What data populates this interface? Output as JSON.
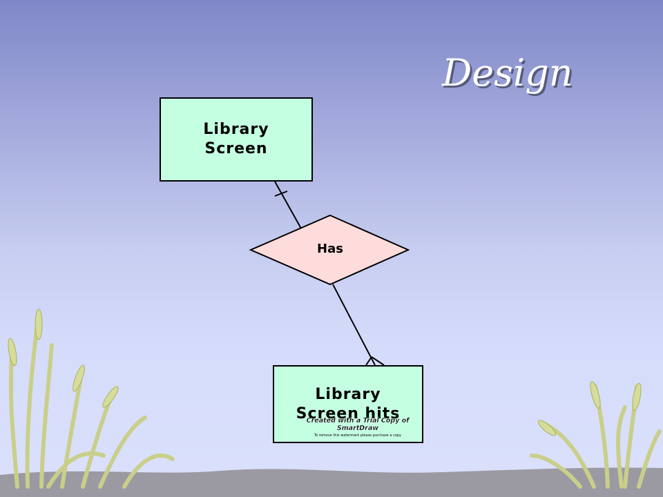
{
  "slide": {
    "title": "Design"
  },
  "diagram": {
    "entities": [
      {
        "id": "e1",
        "label": "Library\nScreen"
      },
      {
        "id": "e2",
        "label": "Library\nScreen hits"
      }
    ],
    "relationship": {
      "label": "Has"
    },
    "links": [
      {
        "from": "e1",
        "to": "relationship",
        "end": "one"
      },
      {
        "from": "relationship",
        "to": "e2",
        "end": "many"
      }
    ]
  },
  "watermark": {
    "line1": "Created with a Trial Copy of SmartDraw",
    "line2": "To remove this watermark please purchase a copy"
  },
  "colors": {
    "entity_fill": "#c5ffe2",
    "relationship_fill": "#ffdcdc",
    "background_top": "#7f87c8",
    "background_bottom": "#dbe1fb"
  }
}
